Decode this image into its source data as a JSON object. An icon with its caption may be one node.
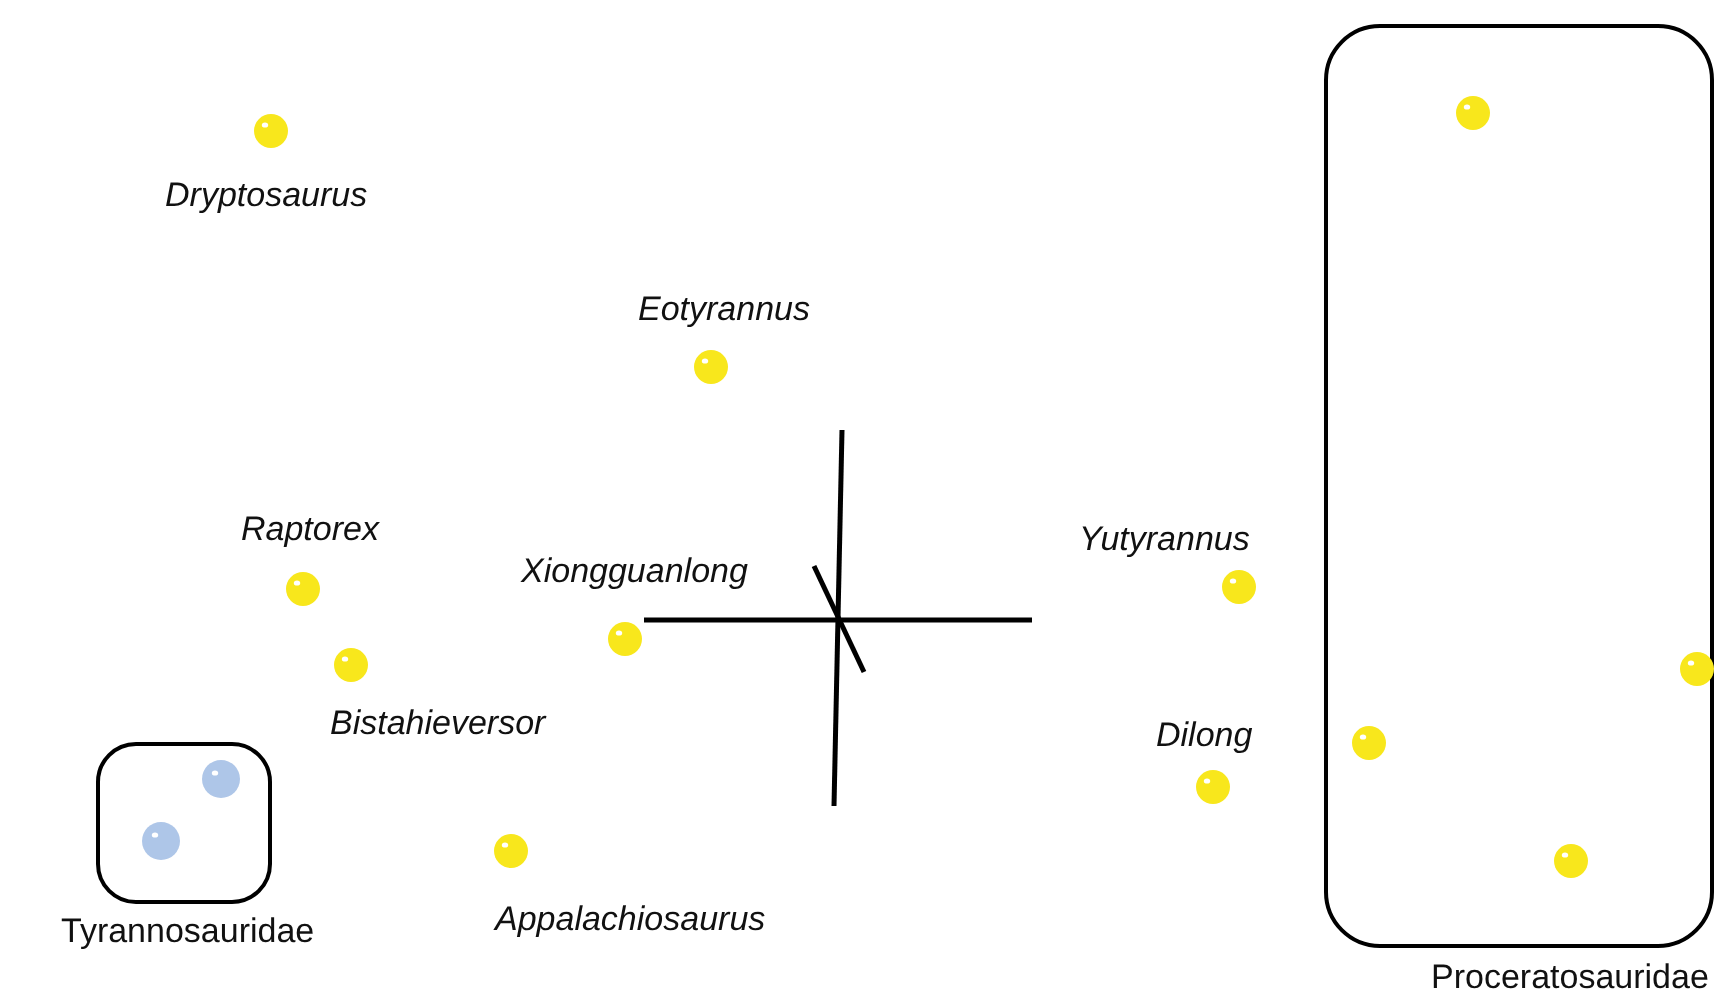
{
  "diagram": {
    "nodes": [
      {
        "text": [
          "Dryptosaurus"
        ]
      },
      {
        "text": [
          "Eotyrannus"
        ]
      },
      {
        "text": [
          "Raptorex"
        ]
      },
      {
        "text": [
          "Xiongguanlong"
        ]
      },
      {
        "text": [
          "Yutyrannus"
        ]
      },
      {
        "text": [
          "Bistahieversor"
        ]
      },
      {
        "text": [
          "Dilong"
        ]
      },
      {
        "text": [
          "Appalachiosaurus"
        ]
      },
      {
        "text": [
          "Tyrannosauridae"
        ]
      },
      {
        "text": [],
        "shape": "circle",
        "in": 8
      },
      {
        "text": [],
        "shape": "circle",
        "in": 8
      },
      {
        "text": [
          "Proceratosauridae"
        ]
      },
      {
        "text": [],
        "shape": "circle",
        "in": 11
      },
      {
        "text": [],
        "shape": "circle",
        "in": 11
      },
      {
        "text": [],
        "shape": "circle",
        "in": 11
      },
      {
        "text": [],
        "shape": "circle",
        "in": 11
      }
    ],
    "edges": []
  }
}
